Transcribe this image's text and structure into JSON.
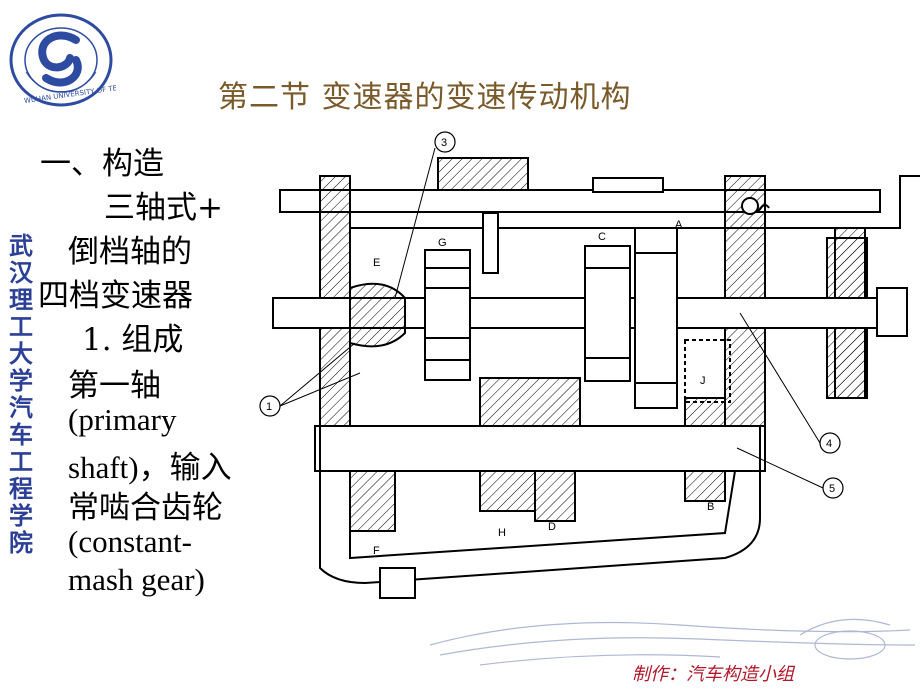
{
  "header": {
    "title": "第二节 变速器的变速传动机构",
    "logo_text": "WUHAN UNIVERSITY OF TECHNOLOGY"
  },
  "sidebar": {
    "vertical_chars": [
      "武",
      "汉",
      "理",
      "工",
      "大",
      "学",
      "汽",
      "车",
      "工",
      "程",
      "学",
      "院"
    ]
  },
  "body": {
    "l1": "一、构造",
    "l2": "三轴式+",
    "l3": "倒档轴的",
    "l4": "四档变速器",
    "l5": "1. 组成",
    "l6": "第一轴",
    "l7": "(primary",
    "l8": "shaft)，输入",
    "l9": "常啮合齿轮",
    "l10": "(constant-",
    "l11": "mash gear)"
  },
  "diagram_labels": {
    "n1": "1",
    "n3": "3",
    "n4": "4",
    "n5": "5",
    "A": "A",
    "B": "B",
    "C": "C",
    "D": "D",
    "E": "E",
    "F": "F",
    "G": "G",
    "H": "H",
    "J": "J"
  },
  "footer": {
    "credit": "制作：汽车构造小组"
  },
  "colors": {
    "title": "#7a5a2a",
    "sidebar": "#2b3f96",
    "logo": "#2d4ba0",
    "credit": "#b0172a"
  }
}
